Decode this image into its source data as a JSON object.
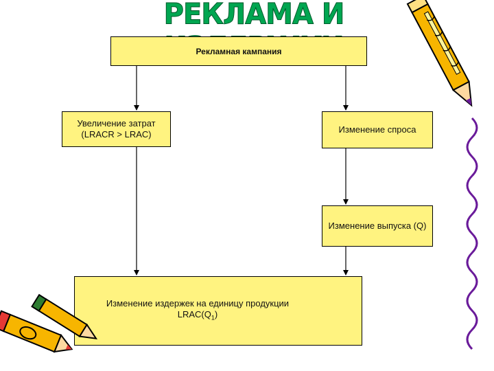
{
  "title": "РЕКЛАМА И ИЗДЕРЖКИ",
  "boxes": {
    "campaign": "Рекламная кампания",
    "costs_line1": "Увеличение затрат",
    "costs_line2": "(LRACR > LRAC)",
    "demand": "Изменение спроса",
    "output": "Изменение выпуска (Q)",
    "unit_line1": "Изменение издержек на единицу продукции",
    "unit_line2": "LRAC(Q",
    "unit_sub": "1",
    "unit_end": ")"
  },
  "colors": {
    "title": "#00a651",
    "box_fill": "#fff380",
    "pencil_body": "#f7b500",
    "pencil_accent": "#6a1b9a",
    "pencil_red": "#e53935"
  }
}
